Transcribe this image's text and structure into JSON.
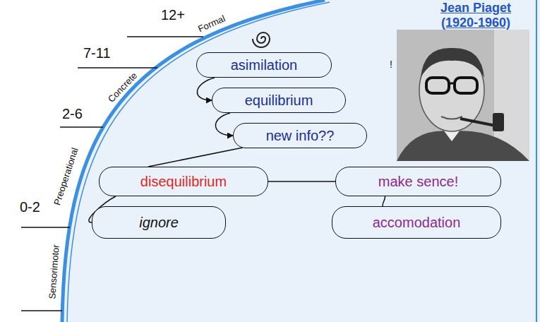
{
  "diagram": {
    "title": "Jean Piaget (1920-1960)",
    "nodes": [
      {
        "text": [
          "asimilation"
        ]
      },
      {
        "text": [
          "equilibrium"
        ]
      },
      {
        "text": [
          "new info??"
        ]
      },
      {
        "text": [
          "disequilibrium"
        ]
      },
      {
        "text": [
          "make sence!"
        ]
      },
      {
        "text": [
          "ignore"
        ]
      },
      {
        "text": [
          "accomodation"
        ]
      }
    ],
    "edges": [
      {
        "from": 0,
        "to": 1,
        "arrow": "to"
      },
      {
        "from": 1,
        "to": 2,
        "arrow": "to"
      },
      {
        "from": 2,
        "to": 3,
        "arrow": "none"
      },
      {
        "from": 3,
        "to": 4,
        "arrow": "none"
      },
      {
        "from": 3,
        "to": 5,
        "arrow": "none"
      },
      {
        "from": 4,
        "to": 6,
        "arrow": "none"
      }
    ],
    "labels": [
      "12+",
      "7-11",
      "2-6",
      "0-2",
      "Formal",
      "Concrete",
      "Preoperational",
      "Sensorimotor",
      "!"
    ]
  }
}
